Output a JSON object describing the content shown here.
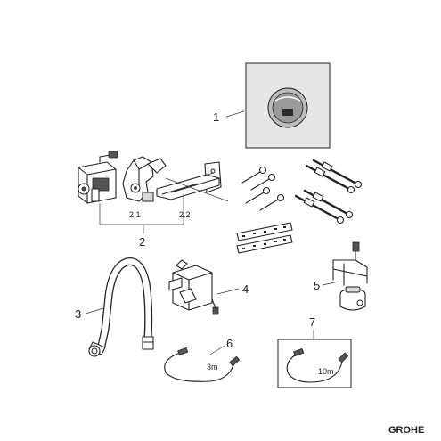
{
  "labels": {
    "item_1": "1",
    "item_2": "2",
    "item_2_1": "2.1",
    "item_2_2": "2.2",
    "item_3": "3",
    "item_4": "4",
    "item_5": "5",
    "item_6": "6",
    "item_7": "7",
    "cable_short": "3m",
    "cable_long": "10m"
  },
  "brand": "GROHE"
}
